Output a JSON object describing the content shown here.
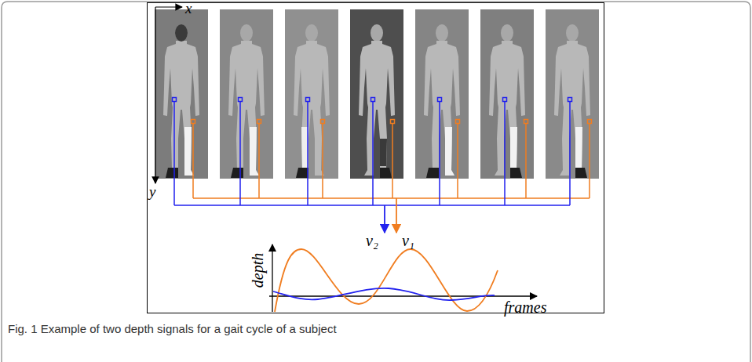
{
  "diagram": {
    "caption": "Fig. 1 Example of two depth signals for a gait cycle of a subject",
    "labels": [
      "x",
      "y",
      "v₂",
      "v₁",
      "depth",
      "frames"
    ]
  }
}
